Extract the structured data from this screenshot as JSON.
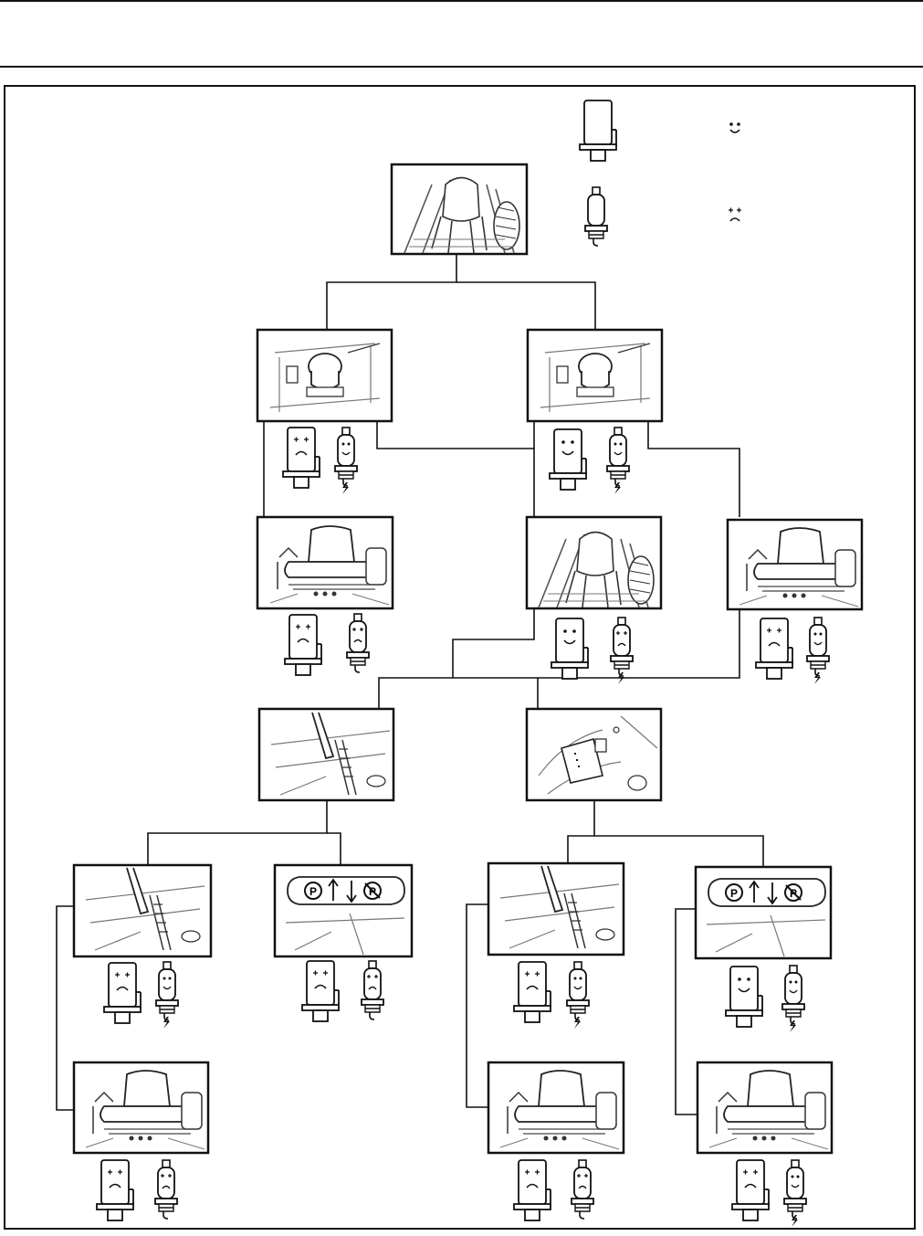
{
  "header": {
    "title": ""
  },
  "legend": {
    "items": [
      {
        "device": "starter-solenoid",
        "icon": "smiley-icon",
        "label": ""
      },
      {
        "device": "spark-plug",
        "icon": "frown-icon",
        "label": ""
      }
    ]
  },
  "flowchart": {
    "nodes": [
      {
        "id": "n-start",
        "picture": "operator-seated-on-mower",
        "level": 0
      },
      {
        "id": "n-ign-a",
        "picture": "ignition-switch-panel",
        "level": 1,
        "solenoid": "frown",
        "spark": "smile-spark"
      },
      {
        "id": "n-ign-b",
        "picture": "ignition-switch-panel",
        "level": 1,
        "solenoid": "smile",
        "spark": "smile-spark"
      },
      {
        "id": "n-seat-a",
        "picture": "empty-mower-seat",
        "level": 2,
        "solenoid": "frown",
        "spark": "frown"
      },
      {
        "id": "n-operator",
        "picture": "operator-seated-on-mower",
        "level": 2,
        "solenoid": "smile",
        "spark": "frown-spark"
      },
      {
        "id": "n-seat-b",
        "picture": "empty-mower-seat",
        "level": 2,
        "solenoid": "frown",
        "spark": "smile-spark"
      },
      {
        "id": "n-lever",
        "picture": "brake-lever-closeup",
        "level": 3
      },
      {
        "id": "n-pto",
        "picture": "pto-switch-closeup",
        "level": 3
      },
      {
        "id": "n-brake-a",
        "picture": "brake-lever-closeup",
        "level": 4,
        "solenoid": "frown",
        "spark": "smile-spark"
      },
      {
        "id": "n-park-a",
        "picture": "park-brake-decal",
        "level": 4,
        "solenoid": "frown",
        "spark": "frown"
      },
      {
        "id": "n-brake-b",
        "picture": "brake-lever-closeup",
        "level": 4,
        "solenoid": "frown",
        "spark": "smile-spark"
      },
      {
        "id": "n-park-b",
        "picture": "park-brake-decal",
        "level": 4,
        "solenoid": "smile",
        "spark": "smile-spark"
      },
      {
        "id": "n-seat-c",
        "picture": "empty-mower-seat",
        "level": 5,
        "solenoid": "frown",
        "spark": "frown"
      },
      {
        "id": "n-seat-d",
        "picture": "empty-mower-seat",
        "level": 5,
        "solenoid": "frown",
        "spark": "frown"
      },
      {
        "id": "n-seat-e",
        "picture": "empty-mower-seat",
        "level": 5,
        "solenoid": "frown",
        "spark": "smile-spark"
      }
    ]
  },
  "colors": {
    "ink": "#111111",
    "paper": "#ffffff",
    "sketch": "#555555"
  }
}
